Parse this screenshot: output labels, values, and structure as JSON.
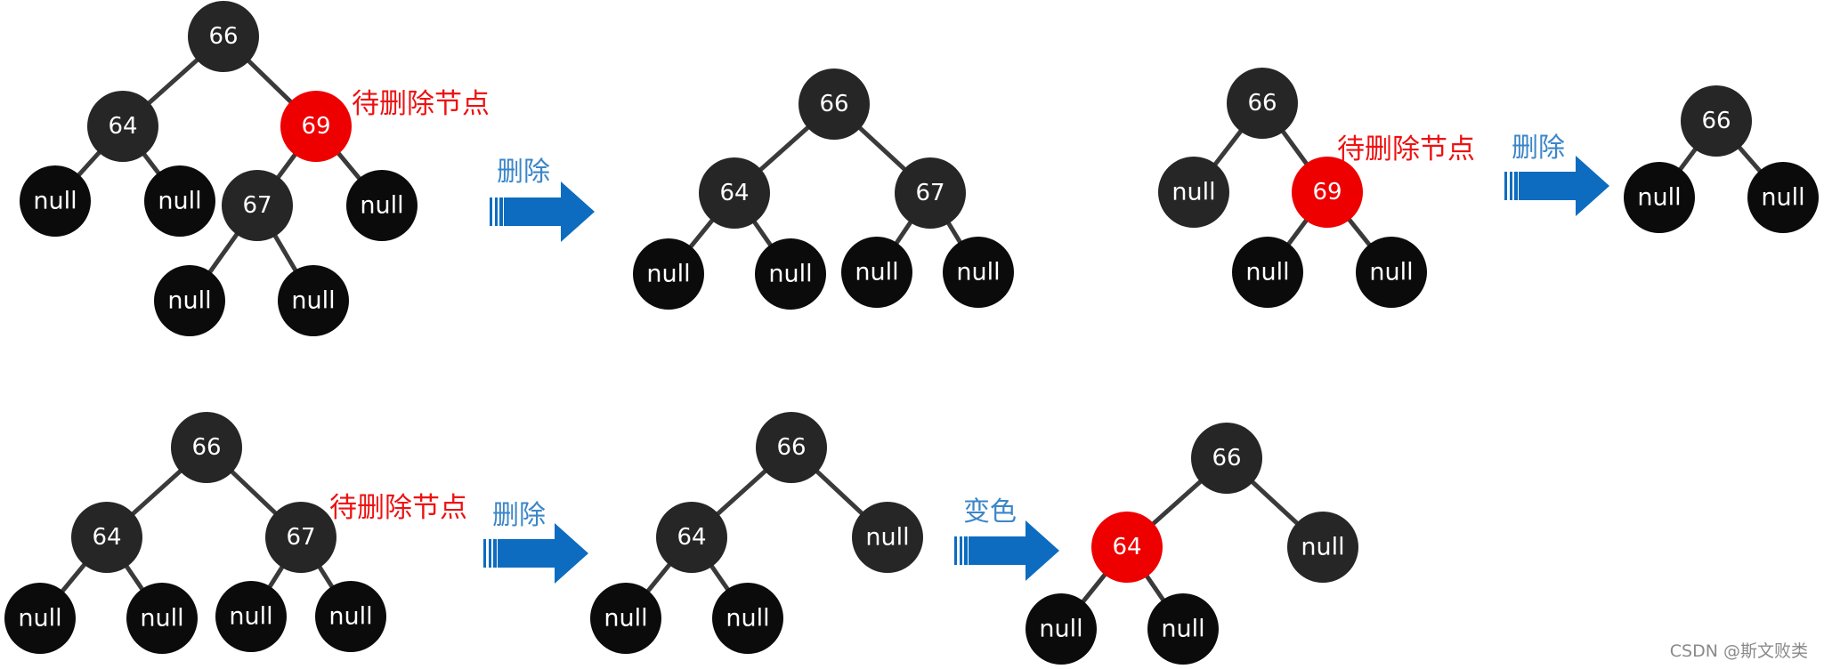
{
  "colors": {
    "dark_node": "#262626",
    "null_node": "#0b0b0b",
    "red_node": "#ee0000",
    "edge": "#3a3a3a",
    "annotation": "#ee1111",
    "arrow": "#0d6cc0",
    "arrow_label": "#3b86c8"
  },
  "labels": {
    "to_delete": "待删除节点",
    "delete": "删除",
    "recolor": "变色",
    "null": "null",
    "watermark": "CSDN @斯文败类"
  },
  "trees": [
    {
      "id": "tree-1",
      "nodes": [
        {
          "id": "n66",
          "label": "66",
          "type": "dark"
        },
        {
          "id": "n64",
          "label": "64",
          "type": "dark"
        },
        {
          "id": "n69",
          "label": "69",
          "type": "red"
        },
        {
          "id": "a",
          "label": "null",
          "type": "null"
        },
        {
          "id": "b",
          "label": "null",
          "type": "null"
        },
        {
          "id": "n67",
          "label": "67",
          "type": "dark"
        },
        {
          "id": "c",
          "label": "null",
          "type": "null"
        },
        {
          "id": "d",
          "label": "null",
          "type": "null"
        },
        {
          "id": "e",
          "label": "null",
          "type": "null"
        }
      ],
      "edges": [
        [
          "n66",
          "n64"
        ],
        [
          "n66",
          "n69"
        ],
        [
          "n64",
          "a"
        ],
        [
          "n64",
          "b"
        ],
        [
          "n69",
          "n67"
        ],
        [
          "n69",
          "c"
        ],
        [
          "n67",
          "d"
        ],
        [
          "n67",
          "e"
        ]
      ]
    },
    {
      "id": "tree-2",
      "nodes": [
        {
          "id": "n66",
          "label": "66",
          "type": "dark"
        },
        {
          "id": "n64",
          "label": "64",
          "type": "dark"
        },
        {
          "id": "n67",
          "label": "67",
          "type": "dark"
        },
        {
          "id": "a",
          "label": "null",
          "type": "null"
        },
        {
          "id": "b",
          "label": "null",
          "type": "null"
        },
        {
          "id": "c",
          "label": "null",
          "type": "null"
        },
        {
          "id": "d",
          "label": "null",
          "type": "null"
        }
      ],
      "edges": [
        [
          "n66",
          "n64"
        ],
        [
          "n66",
          "n67"
        ],
        [
          "n64",
          "a"
        ],
        [
          "n64",
          "b"
        ],
        [
          "n67",
          "c"
        ],
        [
          "n67",
          "d"
        ]
      ]
    },
    {
      "id": "tree-3",
      "nodes": [
        {
          "id": "n66",
          "label": "66",
          "type": "dark"
        },
        {
          "id": "a",
          "label": "null",
          "type": "dark"
        },
        {
          "id": "n69",
          "label": "69",
          "type": "red"
        },
        {
          "id": "b",
          "label": "null",
          "type": "null"
        },
        {
          "id": "c",
          "label": "null",
          "type": "null"
        }
      ],
      "edges": [
        [
          "n66",
          "a"
        ],
        [
          "n66",
          "n69"
        ],
        [
          "n69",
          "b"
        ],
        [
          "n69",
          "c"
        ]
      ]
    },
    {
      "id": "tree-4",
      "nodes": [
        {
          "id": "n66",
          "label": "66",
          "type": "dark"
        },
        {
          "id": "a",
          "label": "null",
          "type": "null"
        },
        {
          "id": "b",
          "label": "null",
          "type": "null"
        }
      ],
      "edges": [
        [
          "n66",
          "a"
        ],
        [
          "n66",
          "b"
        ]
      ]
    },
    {
      "id": "tree-5",
      "nodes": [
        {
          "id": "n66",
          "label": "66",
          "type": "dark"
        },
        {
          "id": "n64",
          "label": "64",
          "type": "dark"
        },
        {
          "id": "n67",
          "label": "67",
          "type": "dark"
        },
        {
          "id": "a",
          "label": "null",
          "type": "null"
        },
        {
          "id": "b",
          "label": "null",
          "type": "null"
        },
        {
          "id": "c",
          "label": "null",
          "type": "null"
        },
        {
          "id": "d",
          "label": "null",
          "type": "null"
        }
      ],
      "edges": [
        [
          "n66",
          "n64"
        ],
        [
          "n66",
          "n67"
        ],
        [
          "n64",
          "a"
        ],
        [
          "n64",
          "b"
        ],
        [
          "n67",
          "c"
        ],
        [
          "n67",
          "d"
        ]
      ]
    },
    {
      "id": "tree-6",
      "nodes": [
        {
          "id": "n66",
          "label": "66",
          "type": "dark"
        },
        {
          "id": "n64",
          "label": "64",
          "type": "dark"
        },
        {
          "id": "c",
          "label": "null",
          "type": "dark"
        },
        {
          "id": "a",
          "label": "null",
          "type": "null"
        },
        {
          "id": "b",
          "label": "null",
          "type": "null"
        }
      ],
      "edges": [
        [
          "n66",
          "n64"
        ],
        [
          "n66",
          "c"
        ],
        [
          "n64",
          "a"
        ],
        [
          "n64",
          "b"
        ]
      ]
    },
    {
      "id": "tree-7",
      "nodes": [
        {
          "id": "n66",
          "label": "66",
          "type": "dark"
        },
        {
          "id": "n64",
          "label": "64",
          "type": "red"
        },
        {
          "id": "c",
          "label": "null",
          "type": "dark"
        },
        {
          "id": "a",
          "label": "null",
          "type": "null"
        },
        {
          "id": "b",
          "label": "null",
          "type": "null"
        }
      ],
      "edges": [
        [
          "n66",
          "n64"
        ],
        [
          "n66",
          "c"
        ],
        [
          "n64",
          "a"
        ],
        [
          "n64",
          "b"
        ]
      ]
    }
  ]
}
